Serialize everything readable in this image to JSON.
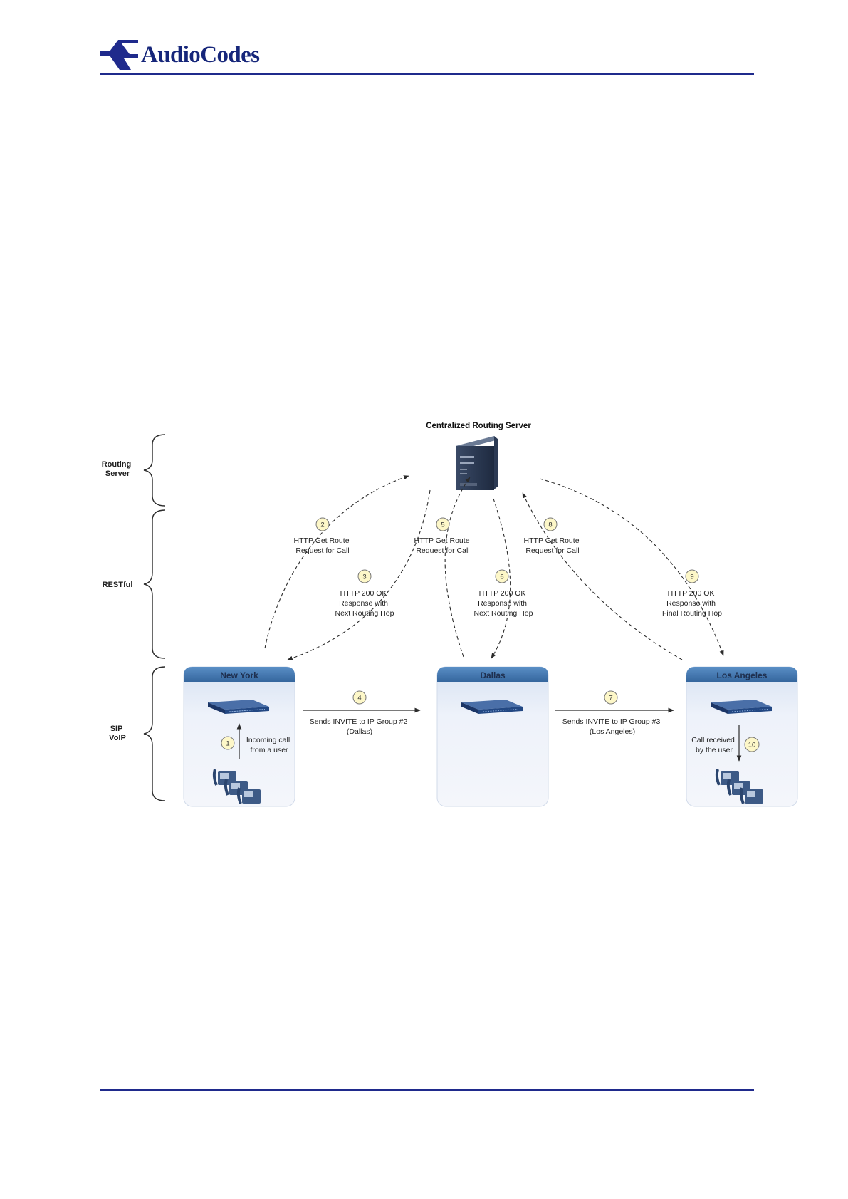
{
  "header": {
    "logo_text": "AudioCodes",
    "brand_color": "#1f2a8c",
    "logo_icon": "audiocodes-logo-icon"
  },
  "diagram": {
    "server_title": "Centralized Routing Server",
    "layers": [
      {
        "lines": [
          "Routing",
          "Server"
        ]
      },
      {
        "lines": [
          "RESTful"
        ]
      },
      {
        "lines": [
          "SIP",
          "VoIP"
        ]
      }
    ],
    "sites": {
      "new_york": "New York",
      "dallas": "Dallas",
      "los_angeles": "Los Angeles"
    },
    "steps": [
      {
        "num": "1",
        "lines": [
          "Incoming call",
          "from a user"
        ]
      },
      {
        "num": "2",
        "lines": [
          "HTTP Get Route",
          "Request for Call"
        ]
      },
      {
        "num": "3",
        "lines": [
          "HTTP 200 OK",
          "Response with",
          "Next Routing Hop"
        ]
      },
      {
        "num": "4",
        "lines": [
          "Sends INVITE to IP Group #2",
          "(Dallas)"
        ]
      },
      {
        "num": "5",
        "lines": [
          "HTTP Get Route",
          "Request for Call"
        ]
      },
      {
        "num": "6",
        "lines": [
          "HTTP 200 OK",
          "Response with",
          "Next Routing Hop"
        ]
      },
      {
        "num": "7",
        "lines": [
          "Sends INVITE to IP Group #3",
          "(Los Angeles)"
        ]
      },
      {
        "num": "8",
        "lines": [
          "HTTP Get Route",
          "Request for Call"
        ]
      },
      {
        "num": "9",
        "lines": [
          "HTTP 200 OK",
          "Response with",
          "Final Routing Hop"
        ]
      },
      {
        "num": "10",
        "lines": [
          "Call received",
          "by the user"
        ]
      }
    ],
    "colors": {
      "site_header": "#3c73ad",
      "site_body": "#e8edf7",
      "step_badge": "#fdf7c8",
      "device": "#1d3f78"
    }
  }
}
